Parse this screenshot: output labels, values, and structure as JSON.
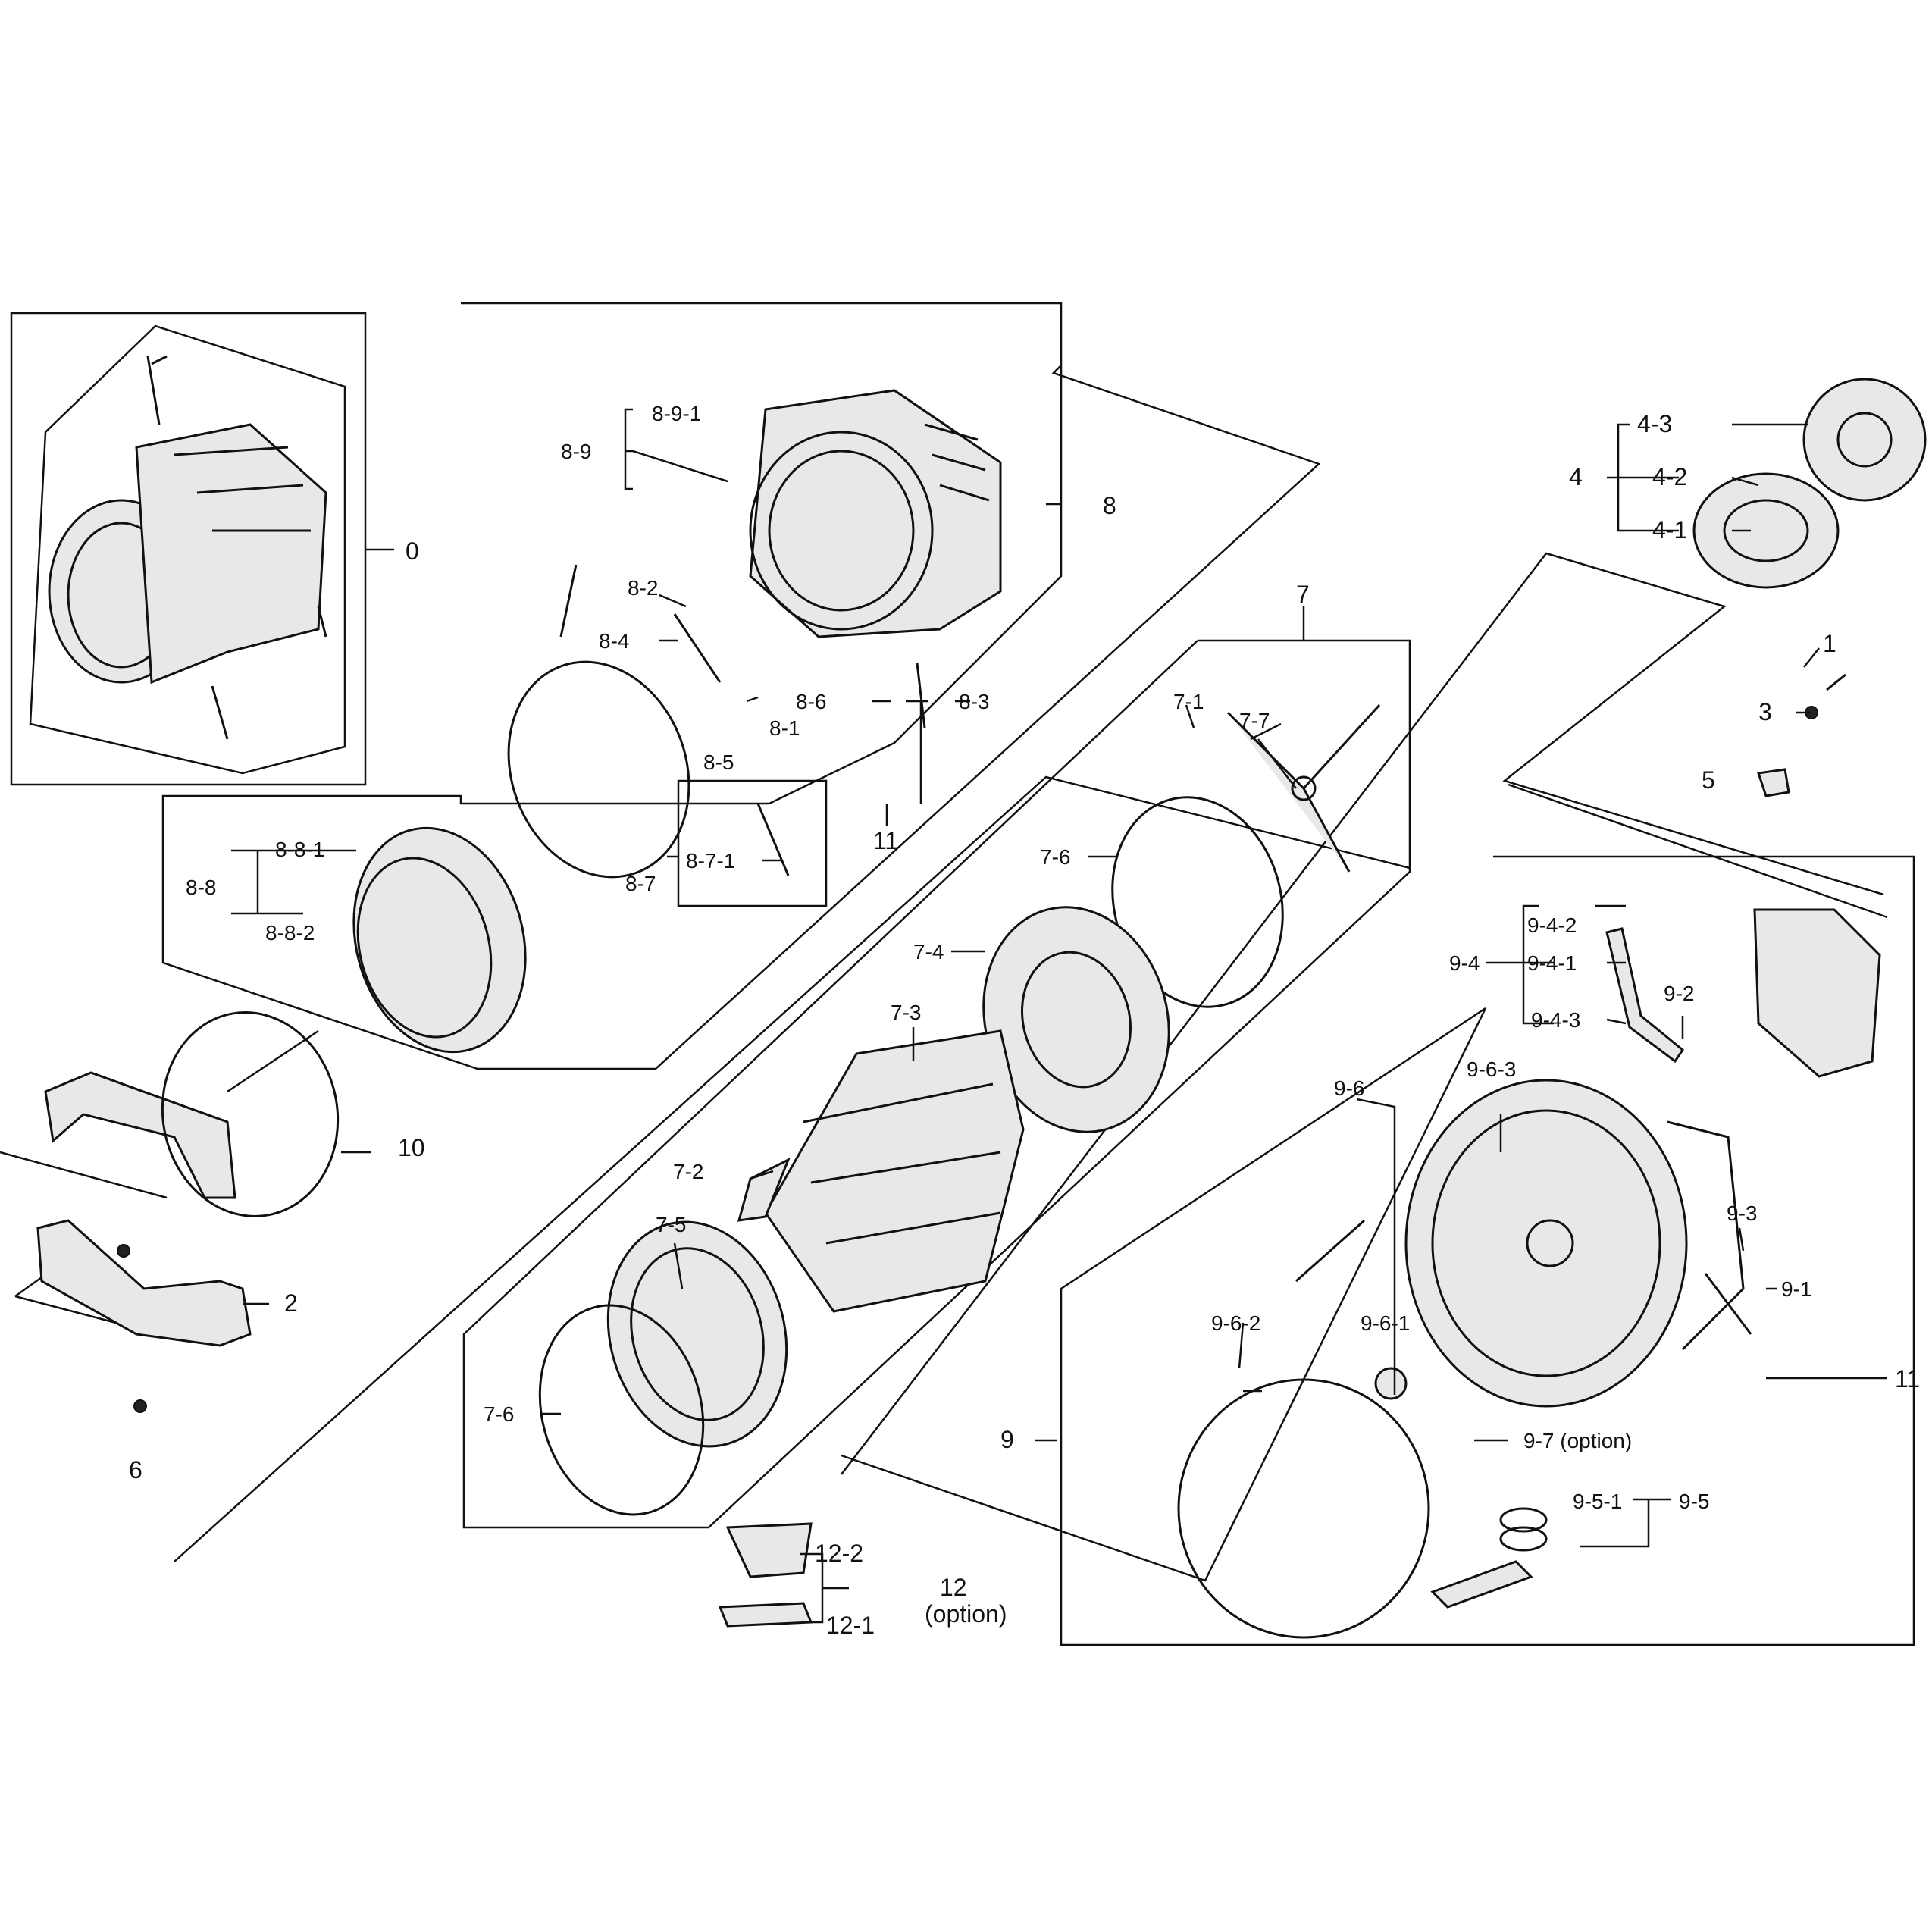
{
  "labels": {
    "l_0": "0",
    "l_1": "1",
    "l_2": "2",
    "l_3": "3",
    "l_4": "4",
    "l_4_1": "4-1",
    "l_4_2": "4-2",
    "l_4_3": "4-3",
    "l_5": "5",
    "l_6": "6",
    "l_7": "7",
    "l_7_1": "7-1",
    "l_7_2": "7-2",
    "l_7_3": "7-3",
    "l_7_4": "7-4",
    "l_7_5": "7-5",
    "l_7_6a": "7-6",
    "l_7_6b": "7-6",
    "l_7_7": "7-7",
    "l_8": "8",
    "l_8_1": "8-1",
    "l_8_2": "8-2",
    "l_8_3": "8-3",
    "l_8_4": "8-4",
    "l_8_5": "8-5",
    "l_8_6": "8-6",
    "l_8_7": "8-7",
    "l_8_7_1": "8-7-1",
    "l_8_8": "8-8",
    "l_8_8_1": "8-8-1",
    "l_8_8_2": "8-8-2",
    "l_8_9": "8-9",
    "l_8_9_1": "8-9-1",
    "l_9": "9",
    "l_9_1": "9-1",
    "l_9_2": "9-2",
    "l_9_3": "9-3",
    "l_9_4": "9-4",
    "l_9_4_1": "9-4-1",
    "l_9_4_2": "9-4-2",
    "l_9_4_3": "9-4-3",
    "l_9_5": "9-5",
    "l_9_5_1": "9-5-1",
    "l_9_6": "9-6",
    "l_9_6_1": "9-6-1",
    "l_9_6_2": "9-6-2",
    "l_9_6_3": "9-6-3",
    "l_9_7": "9-7 (option)",
    "l_10": "10",
    "l_11a": "11",
    "l_11b": "11",
    "l_12": "12",
    "l_12_option": "(option)",
    "l_12_1": "12-1",
    "l_12_2": "12-2"
  }
}
